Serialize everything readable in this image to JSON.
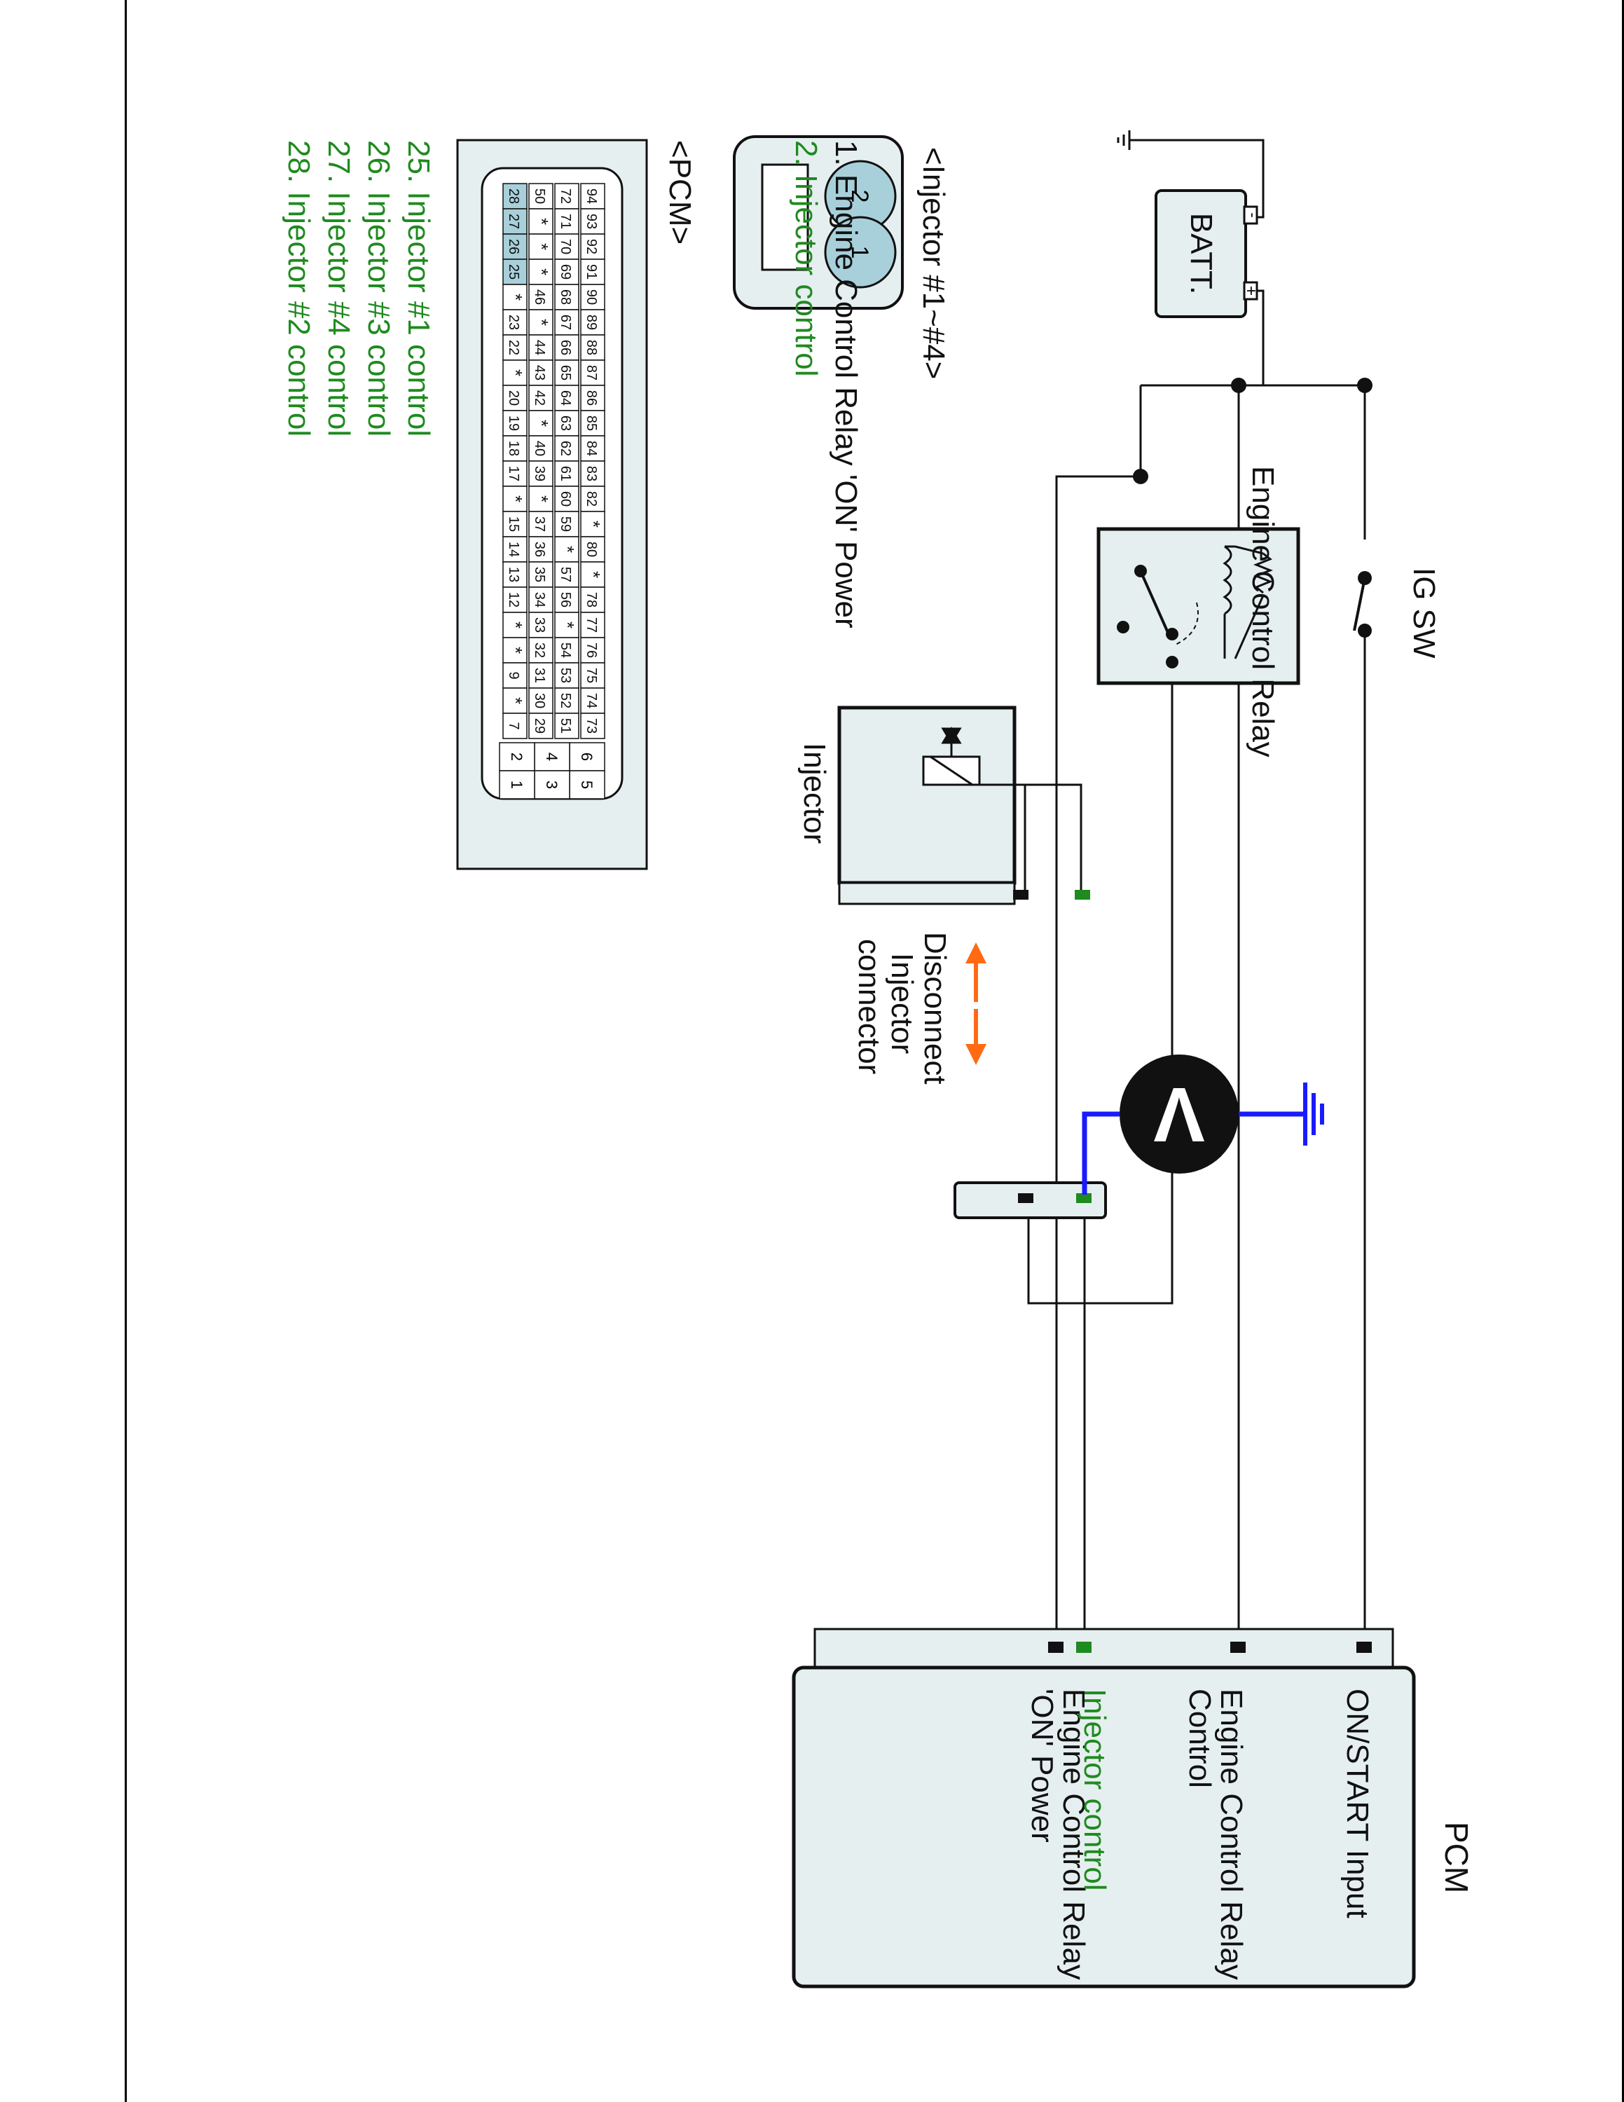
{
  "labels": {
    "ig_switch": "IG SW",
    "battery": "BATT.",
    "battery_plus": "+",
    "battery_minus": "-",
    "relay": "Engine Control Relay",
    "injector": "Injector",
    "disconnect_line1": "Disconnect",
    "disconnect_line2": "Injector",
    "disconnect_line3": "connector",
    "voltmeter": "V",
    "pcm_title": "PCM"
  },
  "pcm_terminals": [
    {
      "line1": "ON/START Input",
      "line2": "",
      "color": "#111111"
    },
    {
      "line1": "Engine Control Relay",
      "line2": "Control",
      "color": "#111111"
    },
    {
      "line1": "Engine Control Relay",
      "line2": "'ON' Power",
      "color": "#111111"
    },
    {
      "line1": "Injector control",
      "line2": "",
      "color": "#1f8a1f"
    }
  ],
  "injector_connector": {
    "title": "<Injector #1~#4>",
    "pins": [
      "1",
      "2"
    ],
    "legend": [
      {
        "text": "1. Engine Control Relay 'ON' Power",
        "color": "#111111"
      },
      {
        "text": "2. Injector control",
        "color": "#1f8a1f"
      }
    ]
  },
  "pcm_connector": {
    "title": "<PCM>",
    "rows": [
      [
        "94",
        "93",
        "92",
        "91",
        "90",
        "89",
        "88",
        "87",
        "86",
        "85",
        "84",
        "83",
        "82",
        "*",
        "80",
        "*",
        "78",
        "77",
        "76",
        "75",
        "74",
        "73"
      ],
      [
        "72",
        "71",
        "70",
        "69",
        "68",
        "67",
        "66",
        "65",
        "64",
        "63",
        "62",
        "61",
        "60",
        "59",
        "*",
        "57",
        "56",
        "*",
        "54",
        "53",
        "52",
        "51"
      ],
      [
        "50",
        "*",
        "*",
        "*",
        "46",
        "*",
        "44",
        "43",
        "42",
        "*",
        "40",
        "39",
        "*",
        "37",
        "36",
        "35",
        "34",
        "33",
        "32",
        "31",
        "30",
        "29"
      ],
      [
        "28",
        "27",
        "26",
        "25",
        "*",
        "23",
        "22",
        "*",
        "20",
        "19",
        "18",
        "17",
        "*",
        "15",
        "14",
        "13",
        "12",
        "*",
        "*",
        "9",
        "*",
        "7"
      ]
    ],
    "highlight": [
      "28",
      "27",
      "26",
      "25"
    ],
    "small_block": [
      [
        "6",
        "5"
      ],
      [
        "4",
        "3"
      ],
      [
        "2",
        "1"
      ]
    ],
    "legend": [
      {
        "text": "25. Injector #1 control",
        "color": "#1f8a1f"
      },
      {
        "text": "26. Injector #3 control",
        "color": "#1f8a1f"
      },
      {
        "text": "27. Injector #4 control",
        "color": "#1f8a1f"
      },
      {
        "text": "28. Injector #2 control",
        "color": "#1f8a1f"
      }
    ]
  },
  "colors": {
    "wire": "#111111",
    "probe": "#1a1aff",
    "signal": "#1f8a1f",
    "arrow": "#ff6a13",
    "box_fill": "#e6eff0",
    "pin_fill": "#a8d0da"
  }
}
